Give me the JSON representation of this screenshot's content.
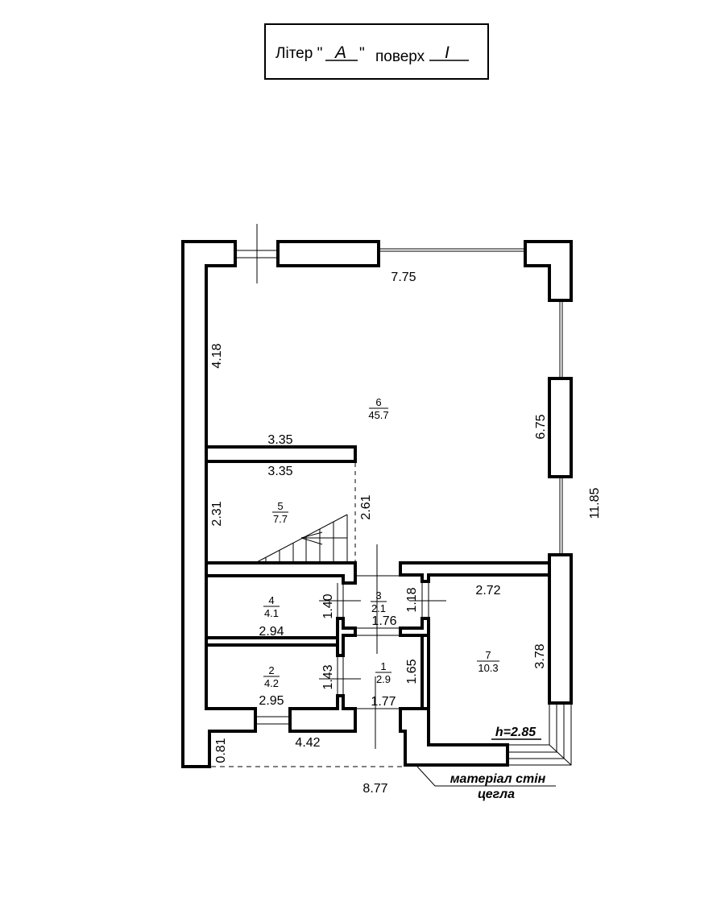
{
  "title_box": {
    "liter_label": "Літер \"",
    "liter_value": "A",
    "liter_close": "\"",
    "floor_label": "поверх",
    "floor_value": "I"
  },
  "rooms": [
    {
      "number": "6",
      "area": "45.7"
    },
    {
      "number": "5",
      "area": "7.7"
    },
    {
      "number": "4",
      "area": "4.1"
    },
    {
      "number": "3",
      "area": "2.1"
    },
    {
      "number": "2",
      "area": "4.2"
    },
    {
      "number": "1",
      "area": "2.9"
    },
    {
      "number": "7",
      "area": "10.3"
    }
  ],
  "dimensions": {
    "top_width": "7.75",
    "left_upper": "4.18",
    "partition_top": "3.35",
    "partition_bottom": "3.35",
    "right_upper": "6.75",
    "overall_height": "11.85",
    "room5_height": "2.31",
    "stair_opening": "2.61",
    "room7_width": "2.72",
    "room7_height": "3.78",
    "room3_height": "1.40",
    "room3_right": "1.18",
    "room3_width": "1.76",
    "room4_width": "2.94",
    "room1_left": "1.43",
    "room1_right": "1.65",
    "room1_width": "1.77",
    "room2_width": "2.95",
    "porch_width": "4.42",
    "porch_depth": "0.81",
    "overall_width": "8.77"
  },
  "ceiling_height": "h=2.85",
  "wall_material": {
    "label": "матеріал стін",
    "value": "цегла"
  }
}
